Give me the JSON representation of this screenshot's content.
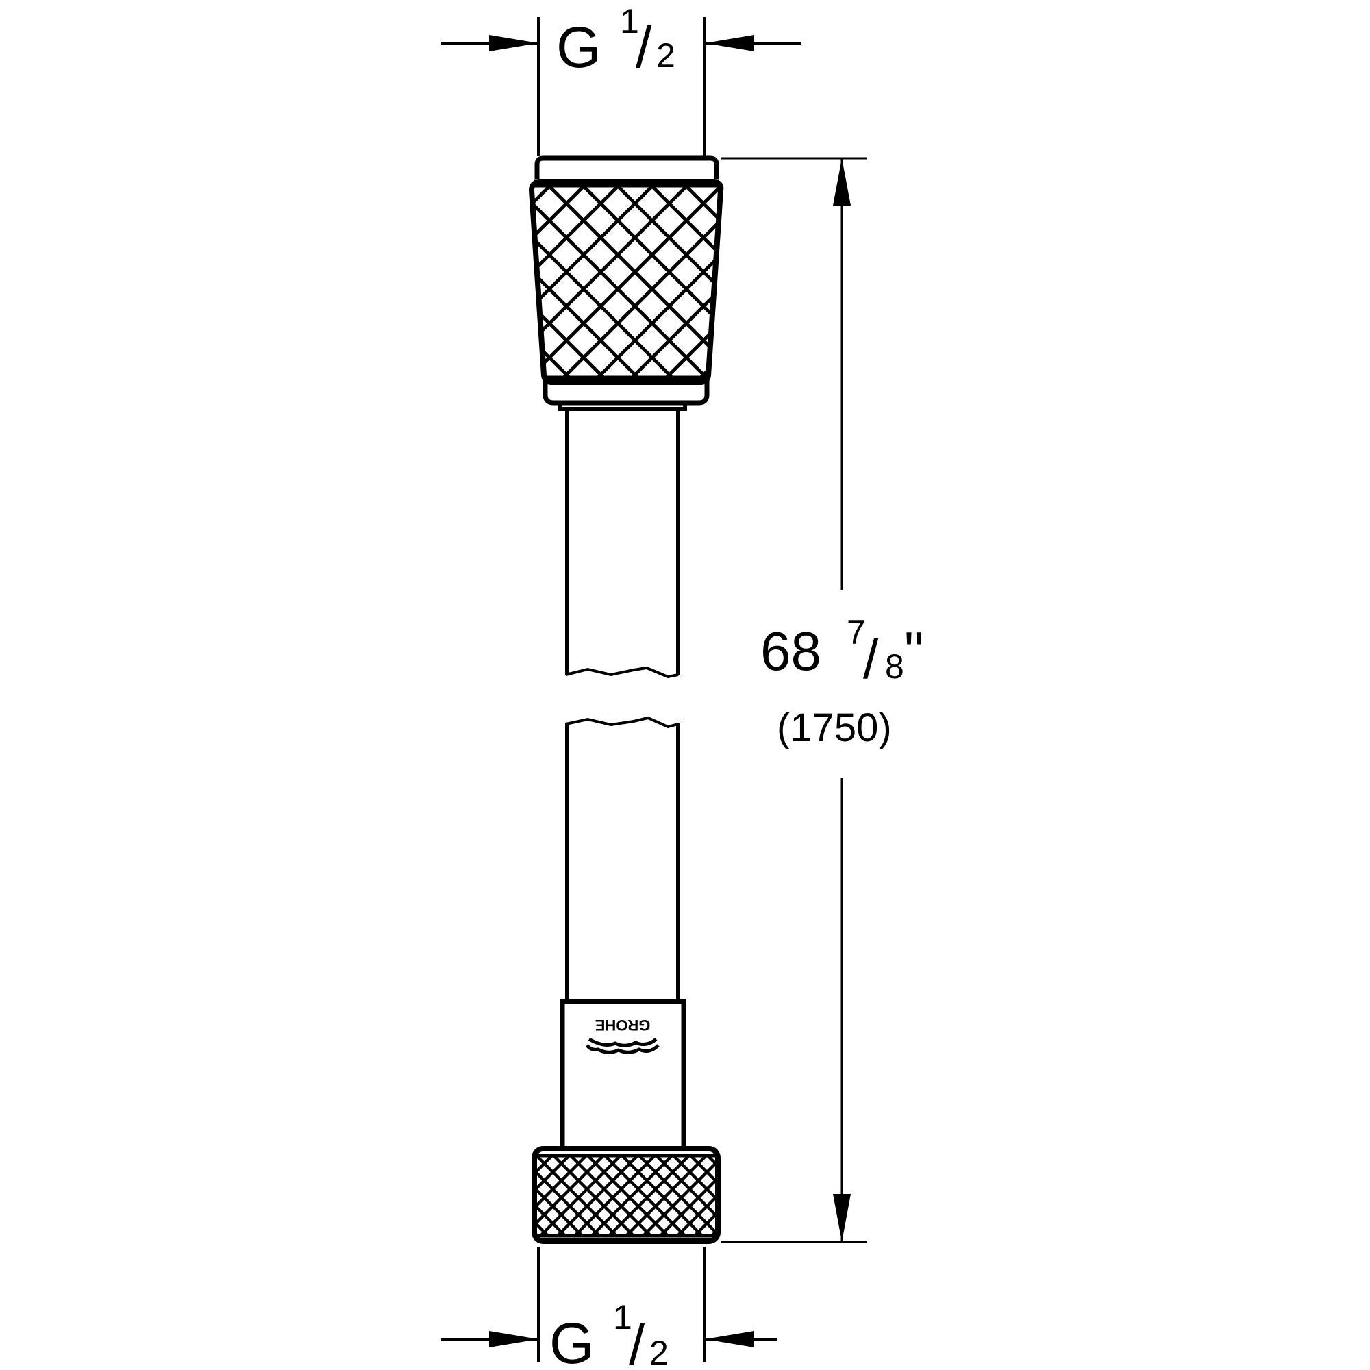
{
  "drawing": {
    "subject": "Shower hose technical drawing",
    "colors": {
      "line": "#000000",
      "background": "#ffffff"
    },
    "top_thread": {
      "letter": "G",
      "numerator": "1",
      "slash": "/",
      "denominator": "2"
    },
    "bottom_thread": {
      "letter": "G",
      "numerator": "1",
      "slash": "/",
      "denominator": "2"
    },
    "length": {
      "inches_whole": "68",
      "inches_numerator": "7",
      "slash": "/",
      "inches_denominator": "8",
      "inch_mark": "\"",
      "mm": "(1750)"
    },
    "logo": {
      "text": "GROHE",
      "orientation": "rotated-180"
    }
  }
}
